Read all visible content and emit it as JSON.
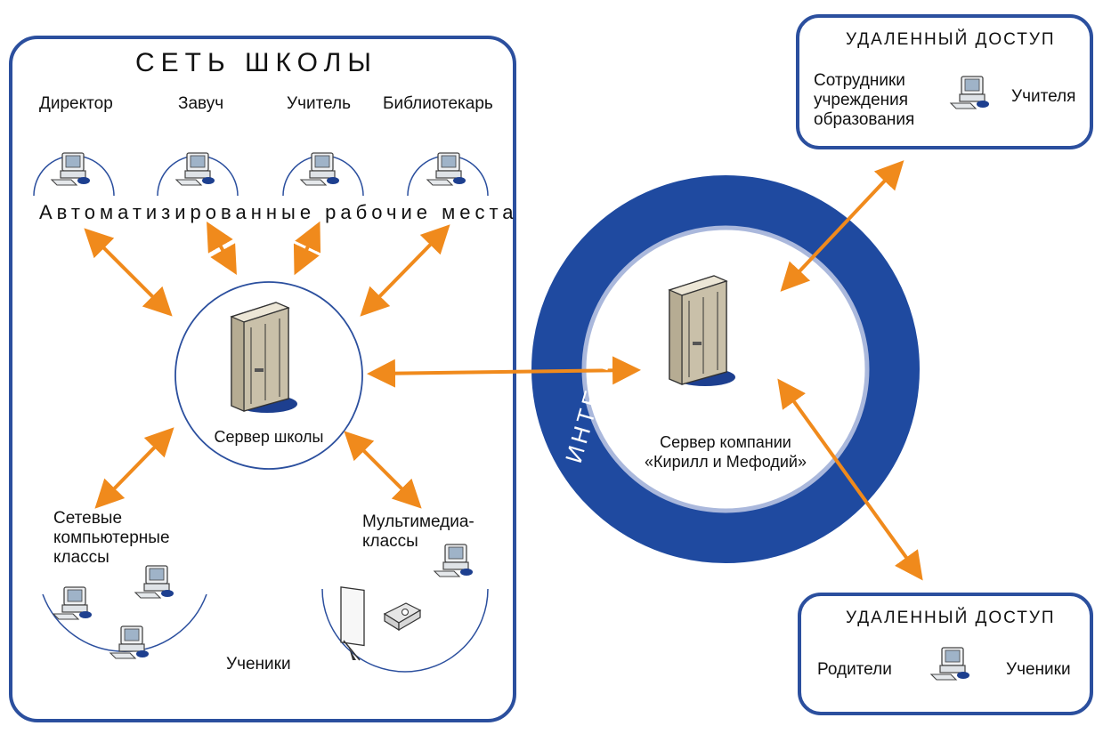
{
  "school": {
    "title": "СЕТЬ ШКОЛЫ",
    "roles": [
      "Директор",
      "Завуч",
      "Учитель",
      "Библиотекарь"
    ],
    "workstations_label": "Автоматизированные рабочие места",
    "server_label": "Сервер школы",
    "network_classes_label": [
      "Сетевые",
      "компьютерные",
      "классы"
    ],
    "multimedia_label": [
      "Мультимедиа-",
      "классы"
    ],
    "students_label": "Ученики"
  },
  "internet": {
    "label": "ИНТЕРНЕТ",
    "server_label": [
      "Сервер компании",
      "«Кирилл и Мефодий»"
    ]
  },
  "remote_top": {
    "title": "УДАЛЕННЫЙ ДОСТУП",
    "left_label": [
      "Сотрудники",
      "учреждения",
      "образования"
    ],
    "right_label": "Учителя"
  },
  "remote_bottom": {
    "title": "УДАЛЕННЫЙ ДОСТУП",
    "left_label": "Родители",
    "right_label": "Ученики"
  },
  "colors": {
    "frame": "#2b4f9e",
    "ring": "#1f4aa0",
    "arrow": "#f08a1c"
  }
}
